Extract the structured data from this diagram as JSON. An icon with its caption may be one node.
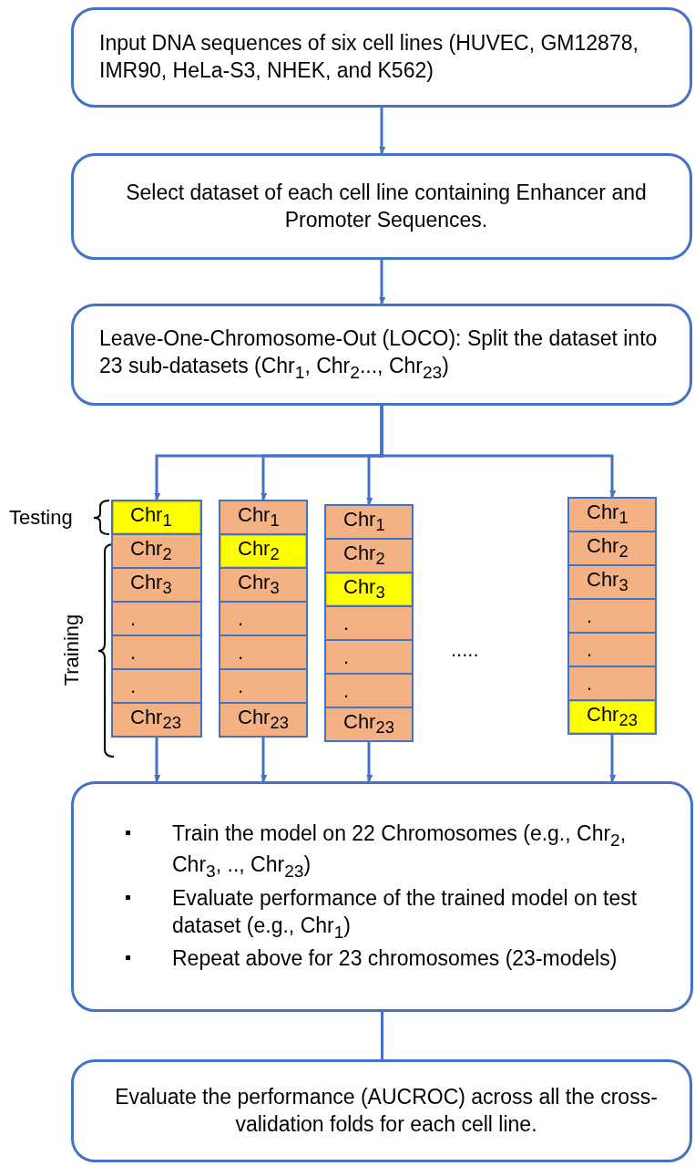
{
  "diagram": {
    "nodes": [
      {
        "text": [
          "Input DNA sequences of six cell lines (HUVEC, GM12878, IMR90, HeLa-S3, NHEK, and K562)"
        ]
      },
      {
        "text": [
          "Select dataset of each cell line containing Enhancer and Promoter Sequences."
        ]
      },
      {
        "text": [
          "Leave-One-Chromosome-Out (LOCO): Split the dataset into 23 sub-datasets (Chr$_{1}$, Chr$_{2}$..., Chr$_{23}$)"
        ]
      },
      {
        "text": [],
        "shape": "box"
      },
      {
        "text": [
          "Chr$_{1}$"
        ],
        "in": 3
      },
      {
        "text": [
          "Chr$_{2}$"
        ],
        "in": 3
      },
      {
        "text": [
          "Chr$_{3}$"
        ],
        "in": 3
      },
      {
        "text": [
          "."
        ],
        "in": 3
      },
      {
        "text": [
          "."
        ],
        "in": 3
      },
      {
        "text": [
          "."
        ],
        "in": 3
      },
      {
        "text": [
          "Chr$_{23}$"
        ],
        "in": 3
      },
      {
        "text": [],
        "shape": "box"
      },
      {
        "text": [
          "Chr$_{1}$"
        ],
        "in": 11
      },
      {
        "text": [
          "Chr$_{2}$"
        ],
        "in": 11
      },
      {
        "text": [
          "Chr$_{3}$"
        ],
        "in": 11
      },
      {
        "text": [
          "."
        ],
        "in": 11
      },
      {
        "text": [
          "."
        ],
        "in": 11
      },
      {
        "text": [
          "."
        ],
        "in": 11
      },
      {
        "text": [
          "Chr$_{23}$"
        ],
        "in": 11
      },
      {
        "text": [],
        "shape": "box"
      },
      {
        "text": [
          "Chr$_{1}$"
        ],
        "in": 19
      },
      {
        "text": [
          "Chr$_{2}$"
        ],
        "in": 19
      },
      {
        "text": [
          "Chr$_{3}$"
        ],
        "in": 19
      },
      {
        "text": [
          "."
        ],
        "in": 19
      },
      {
        "text": [
          "."
        ],
        "in": 19
      },
      {
        "text": [
          "."
        ],
        "in": 19
      },
      {
        "text": [
          "Chr$_{23}$"
        ],
        "in": 19
      },
      {
        "text": [],
        "shape": "box"
      },
      {
        "text": [
          "Chr$_{1}$"
        ],
        "in": 27
      },
      {
        "text": [
          "Chr$_{2}$"
        ],
        "in": 27
      },
      {
        "text": [
          "Chr$_{3}$"
        ],
        "in": 27
      },
      {
        "text": [
          "."
        ],
        "in": 27
      },
      {
        "text": [
          "."
        ],
        "in": 27
      },
      {
        "text": [
          "."
        ],
        "in": 27
      },
      {
        "text": [
          "Chr$_{23}$"
        ],
        "in": 27
      },
      {
        "text": [
          "▪",
          "Train the model on 22 Chromosomes (e.g., Chr$_{2}$, Chr$_{3}$, .., Chr$_{23}$)",
          "▪",
          "Evaluate performance of the trained model on test dataset (e.g., Chr$_{1}$)",
          "▪",
          "Repeat above for 23 chromosomes (23-models)"
        ]
      },
      {
        "text": [
          "Evaluate the performance (AUCROC) across all the cross-validation folds for each cell line."
        ]
      }
    ],
    "edges": [
      {
        "from": 0,
        "to": 1,
        "arrow": "to"
      },
      {
        "from": 1,
        "to": 2,
        "arrow": "to"
      },
      {
        "from": 2,
        "to": 3,
        "arrow": "to"
      },
      {
        "from": 2,
        "to": 11,
        "arrow": "to"
      },
      {
        "from": 2,
        "to": 19,
        "arrow": "to"
      },
      {
        "from": 2,
        "to": 27,
        "arrow": "to"
      },
      {
        "from": 3,
        "to": 35,
        "arrow": "to"
      },
      {
        "from": 11,
        "to": 35,
        "arrow": "to"
      },
      {
        "from": 19,
        "to": 35,
        "arrow": "to"
      },
      {
        "from": 27,
        "to": 35,
        "arrow": "to"
      },
      {
        "from": 35,
        "to": 36,
        "arrow": "to"
      }
    ],
    "labels": [
      "Testing",
      "Training",
      "....."
    ]
  }
}
